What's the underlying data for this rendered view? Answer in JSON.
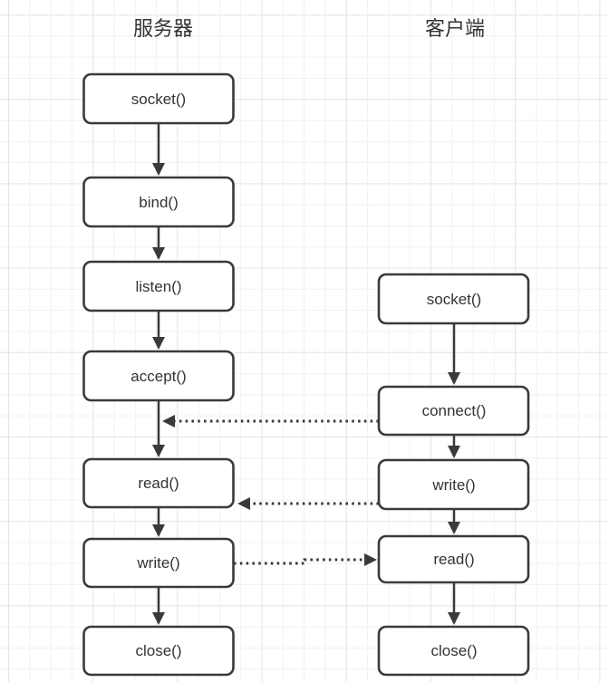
{
  "diagram": {
    "server": {
      "title": "服务器",
      "nodes": [
        "socket()",
        "bind()",
        "listen()",
        "accept()",
        "read()",
        "write()",
        "close()"
      ]
    },
    "client": {
      "title": "客户端",
      "nodes": [
        "socket()",
        "connect()",
        "write()",
        "read()",
        "close()"
      ]
    },
    "cross_links": [
      {
        "from": "client connect()",
        "to": "server accept()",
        "style": "dotted",
        "arrow_direction": "left"
      },
      {
        "from": "client write()",
        "to": "server read()",
        "style": "dotted",
        "arrow_direction": "left"
      },
      {
        "from": "server write()",
        "to": "client read()",
        "style": "dotted",
        "arrow_direction": "right"
      }
    ],
    "colors": {
      "background": "#ffffff",
      "grid_minor": "#f1f1f3",
      "grid_major": "#e5e5e9",
      "node_fill": "#ffffff",
      "node_border": "#3a3a3a",
      "text": "#333333",
      "arrow": "#3a3a3a"
    }
  }
}
